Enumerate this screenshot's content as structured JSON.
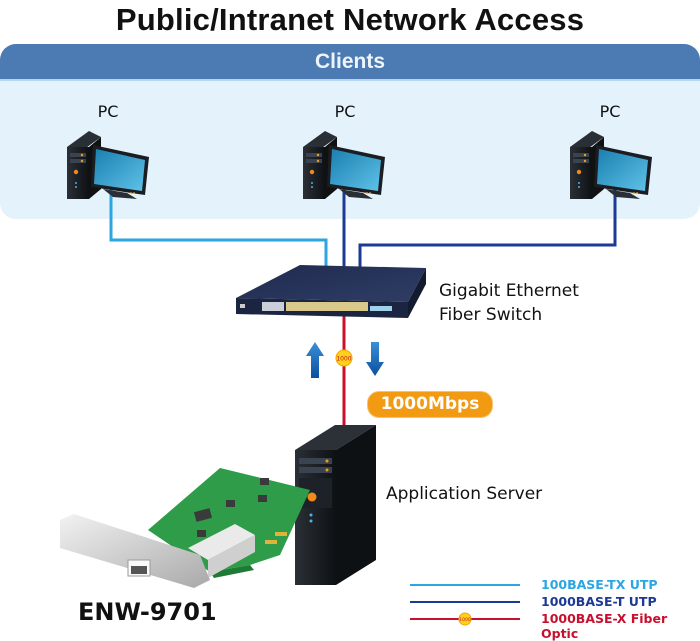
{
  "title": "Public/Intranet Network Access",
  "clients_panel": {
    "header": "Clients",
    "pcs": [
      {
        "label": "PC",
        "link_type": "100BASE-TX UTP"
      },
      {
        "label": "PC",
        "link_type": "1000BASE-T UTP"
      },
      {
        "label": "PC",
        "link_type": "1000BASE-T UTP"
      }
    ]
  },
  "switch": {
    "label_line1": "Gigabit Ethernet",
    "label_line2": "Fiber Switch"
  },
  "uplink": {
    "fiber_marker": "1000",
    "speed": "1000Mbps",
    "arrows": [
      "up-arrow",
      "down-arrow"
    ]
  },
  "server": {
    "label": "Application Server"
  },
  "product": {
    "name": "ENW-9701"
  },
  "legend": {
    "items": [
      {
        "label": "100BASE-TX UTP",
        "color": "#2aa6e0"
      },
      {
        "label": "1000BASE-T UTP",
        "color": "#1b3a93"
      },
      {
        "label": "1000BASE-X Fiber Optic",
        "color": "#c8102e",
        "marker": "1000"
      }
    ]
  },
  "colors": {
    "panel_header": "#4b7bb2",
    "panel_bg": "#e4f2fc",
    "badge": "#f29a12",
    "arrow": "#1565c0",
    "marker": "#ffd21a"
  }
}
